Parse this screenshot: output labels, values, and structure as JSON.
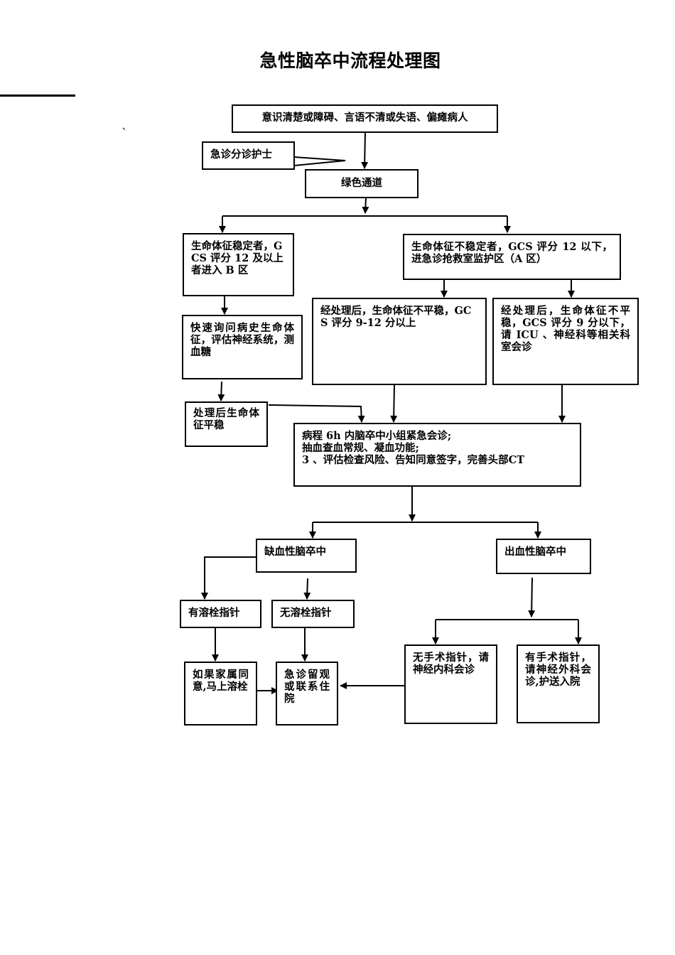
{
  "title": "急性脑卒中流程处理图",
  "stray_mark": "、",
  "nodes": {
    "symptoms": "意识清楚或障碍、言语不清或失语、偏瘫病人",
    "triage_nurse": "急诊分诊护士",
    "green_channel": "绿色通道",
    "stable_zone_b": "生命体征稳定者，GCS 评分 12 及以上者进入 B 区",
    "unstable_zone_a": "生命体征不稳定者，GCS 评分 12 以下，进急诊抢救室监护区（A 区）",
    "quick_assessment": "快速询问病史生命体征，评估神经系统，测血糖",
    "unstable_gcs_9_12": "经处理后，生命体征不平稳，GCS 评分 9-12 分以上",
    "unstable_gcs_below_9": "经处理后，生命体征不平稳，GCS 评分 9 分以下，请 ICU 、神经科等相关科室会诊",
    "stable_after_treatment": "处理后生命体征平稳",
    "consultation_lines": [
      "病程 6h 内脑卒中小组紧急会诊;",
      "抽血查血常规、凝血功能;",
      "3 、评估检查风险、告知同意签字，完善头部CT"
    ],
    "ischemic_stroke": "缺血性脑卒中",
    "hemorrhagic_stroke": "出血性脑卒中",
    "thrombolysis_indicated": "有溶栓指针",
    "no_thrombolysis": "无溶栓指针",
    "thrombolysis_if_consent": "如果家属同意,马上溶栓",
    "observe_or_admit": "急诊留观或联系住院",
    "no_surgery": "无手术指针，请神经内科会诊",
    "surgery_indicated": "有手术指针，请神经外科会诊,护送入院"
  }
}
